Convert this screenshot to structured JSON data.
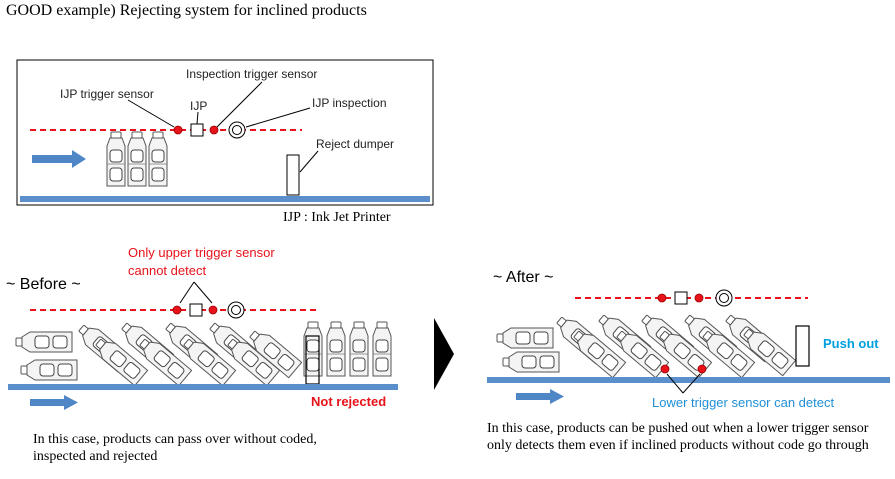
{
  "title": "GOOD example) Rejecting system for inclined products",
  "top_panel": {
    "labels": {
      "ijp_trigger_sensor": "IJP trigger sensor",
      "inspection_trigger_sensor": "Inspection trigger sensor",
      "ijp": "IJP",
      "ijp_inspection": "IJP inspection",
      "reject_dumper": "Reject dumper"
    },
    "legend": "IJP : Ink Jet Printer"
  },
  "before_panel": {
    "heading": "~ Before ~",
    "callout_line1": "Only upper trigger sensor",
    "callout_line2": "cannot detect",
    "status": "Not rejected",
    "note": "In this case, products can pass over without coded, inspected and rejected"
  },
  "after_panel": {
    "heading": "~ After ~",
    "status": "Push out",
    "callout": "Lower trigger sensor can detect",
    "note": "In this case, products can be pushed out when a lower trigger sensor only detects them even if inclined products without code go through"
  },
  "colors": {
    "sensor_red": "#e8121a",
    "arrow_blue": "#4e86c6",
    "conveyor_blue": "#5b8fcc",
    "push_out_cyan": "#00a0e0",
    "lower_sensor_text": "#1f8fd6"
  }
}
